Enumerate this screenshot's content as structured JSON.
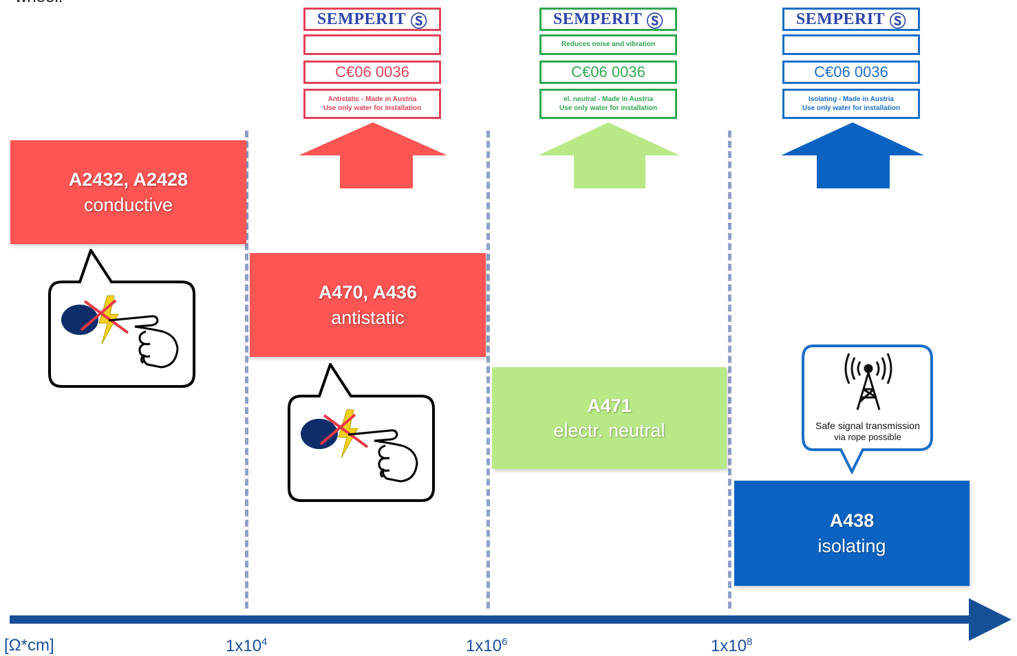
{
  "top_text": "wheel.",
  "products": [
    {
      "codes": "A2432, A2428",
      "property": "conductive"
    },
    {
      "codes": "A470, A436",
      "property": "antistatic"
    },
    {
      "codes": "A471",
      "property": "electr. neutral"
    },
    {
      "codes": "A438",
      "property": "isolating"
    }
  ],
  "labels": [
    {
      "brand": "SEMPERIT",
      "brand_symbol": "Ⓢ",
      "line2": "",
      "ce": "C€06  0036",
      "line4a": "Antistatic   -   Made in Austria",
      "line4b": "Use only water for installation",
      "color": "#e2415a"
    },
    {
      "brand": "SEMPERIT",
      "brand_symbol": "Ⓢ",
      "line2": "Reduces noise and vibration",
      "ce": "C€06  0036",
      "line4a": "el. neutral   -   Made in Austria",
      "line4b": "Use only water for installation",
      "color": "#2fa84f"
    },
    {
      "brand": "SEMPERIT",
      "brand_symbol": "Ⓢ",
      "line2": "",
      "ce": "C€06  0036",
      "line4a": "Isolating   -   Made in Austria",
      "line4b": "Use only water for installation",
      "color": "#1a6fc7"
    }
  ],
  "arrow_colors": [
    "#fd5454",
    "#b8e986",
    "#0b63c1"
  ],
  "signal_bubble": {
    "line1": "Safe signal transmission",
    "line2": "via rope possible",
    "icon": "antenna-icon"
  },
  "axis": {
    "unit": "[Ω*cm]",
    "ticks": [
      {
        "base": "1x10",
        "exp": "4"
      },
      {
        "base": "1x10",
        "exp": "6"
      },
      {
        "base": "1x10",
        "exp": "8"
      }
    ],
    "color": "#1a4f9c"
  },
  "hazard_icons": [
    "no-shock-touch-icon",
    "no-shock-touch-icon"
  ]
}
